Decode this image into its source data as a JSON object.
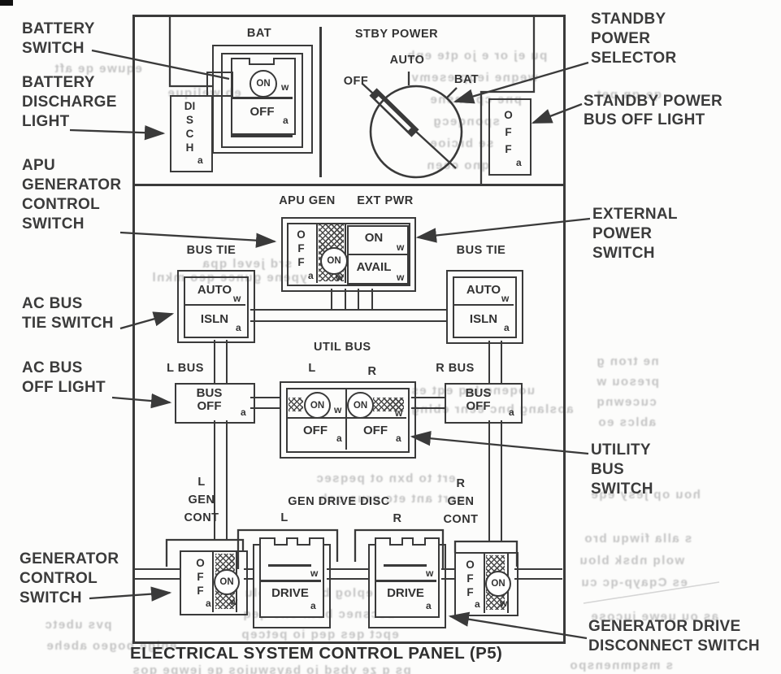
{
  "callouts": {
    "battery_switch": {
      "lines": [
        "BATTERY",
        "SWITCH"
      ]
    },
    "battery_discharge_light": {
      "lines": [
        "BATTERY",
        "DISCHARGE",
        "LIGHT"
      ]
    },
    "apu_generator_control_switch": {
      "lines": [
        "APU",
        "GENERATOR",
        "CONTROL",
        "SWITCH"
      ]
    },
    "ac_bus_tie_switch": {
      "lines": [
        "AC BUS",
        "TIE SWITCH"
      ]
    },
    "ac_bus_off_light": {
      "lines": [
        "AC BUS",
        "OFF LIGHT"
      ]
    },
    "generator_control_switch": {
      "lines": [
        "GENERATOR",
        "CONTROL",
        "SWITCH"
      ]
    },
    "standby_power_selector": {
      "lines": [
        "STANDBY",
        "POWER",
        "SELECTOR"
      ]
    },
    "standby_power_bus_off_light": {
      "lines": [
        "STANDBY POWER",
        "BUS OFF LIGHT"
      ]
    },
    "external_power_switch": {
      "lines": [
        "EXTERNAL",
        "POWER",
        "SWITCH"
      ]
    },
    "utility_bus_switch": {
      "lines": [
        "UTILITY",
        "BUS",
        "SWITCH"
      ]
    },
    "generator_drive_disconnect_switch": {
      "lines": [
        "GENERATOR DRIVE",
        "DISCONNECT SWITCH"
      ]
    }
  },
  "panel": {
    "caption": "ELECTRICAL SYSTEM CONTROL PANEL (P5)",
    "battery": {
      "section_title": "BAT",
      "on": "ON",
      "off": "OFF"
    },
    "standby": {
      "section_title": "STBY POWER",
      "pos_off": "OFF",
      "pos_auto": "AUTO",
      "pos_bat": "BAT"
    },
    "disch_light": "DISCH",
    "stby_off_light": "OFF",
    "apu_gen": {
      "title": "APU GEN",
      "off": "OFF",
      "on": "ON"
    },
    "ext_pwr": {
      "title": "EXT PWR",
      "on": "ON",
      "avail": "AVAIL"
    },
    "bus_tie": {
      "title": "BUS TIE",
      "auto": "AUTO",
      "isln": "ISLN"
    },
    "util_bus": {
      "title": "UTIL BUS",
      "l": "L",
      "r": "R",
      "on": "ON",
      "off": "OFF"
    },
    "l_bus": "L BUS",
    "r_bus": "R BUS",
    "bus_off": {
      "line1": "BUS",
      "line2": "OFF"
    },
    "gen_cont_left": {
      "lines": [
        "L",
        "GEN",
        "CONT"
      ]
    },
    "gen_cont_right": {
      "lines": [
        "R",
        "GEN",
        "CONT"
      ]
    },
    "gen_drive": {
      "title": "GEN DRIVE DISC",
      "l": "L",
      "r": "R",
      "drive": "DRIVE",
      "off": "OFF",
      "on": "ON"
    },
    "indicators": {
      "w": "w",
      "a": "a"
    },
    "line_color": "#3a3a3a"
  },
  "bleed_lines": [
    "pu ej or e jo qte enb",
    "weqne ieqp esemv",
    "pne cp ensne",
    "sponqecg",
    "se brcioe",
    "qno ceen",
    "equwe qe aft",
    "eb welique",
    "srd jevel qpa",
    "ypene gunce qeo mknl",
    "uoqenq leq eqt es",
    "aoslang bnc eenr eblng",
    "ert to bxn ot peqsec",
    "qert ant etc prus qeh",
    "eplog bnsjc eq olu",
    "becsnec bstn one qeq",
    "epct qes qeq io petcep",
    "hou op jesy eqe",
    "s alla fiwqu bro",
    "wolq nbsk blou",
    "es Cqayp-qc cu",
    "as ou uewe jucose",
    "ne tron g",
    "presou w",
    "cucewnq",
    "ablcs eo",
    "ps g ze ybsd jo bayswujos ge jewpe qos",
    "s msqmnenspo",
    "pvs ubetc",
    "enlge bogeo abehe",
    "qe-qn pet"
  ]
}
